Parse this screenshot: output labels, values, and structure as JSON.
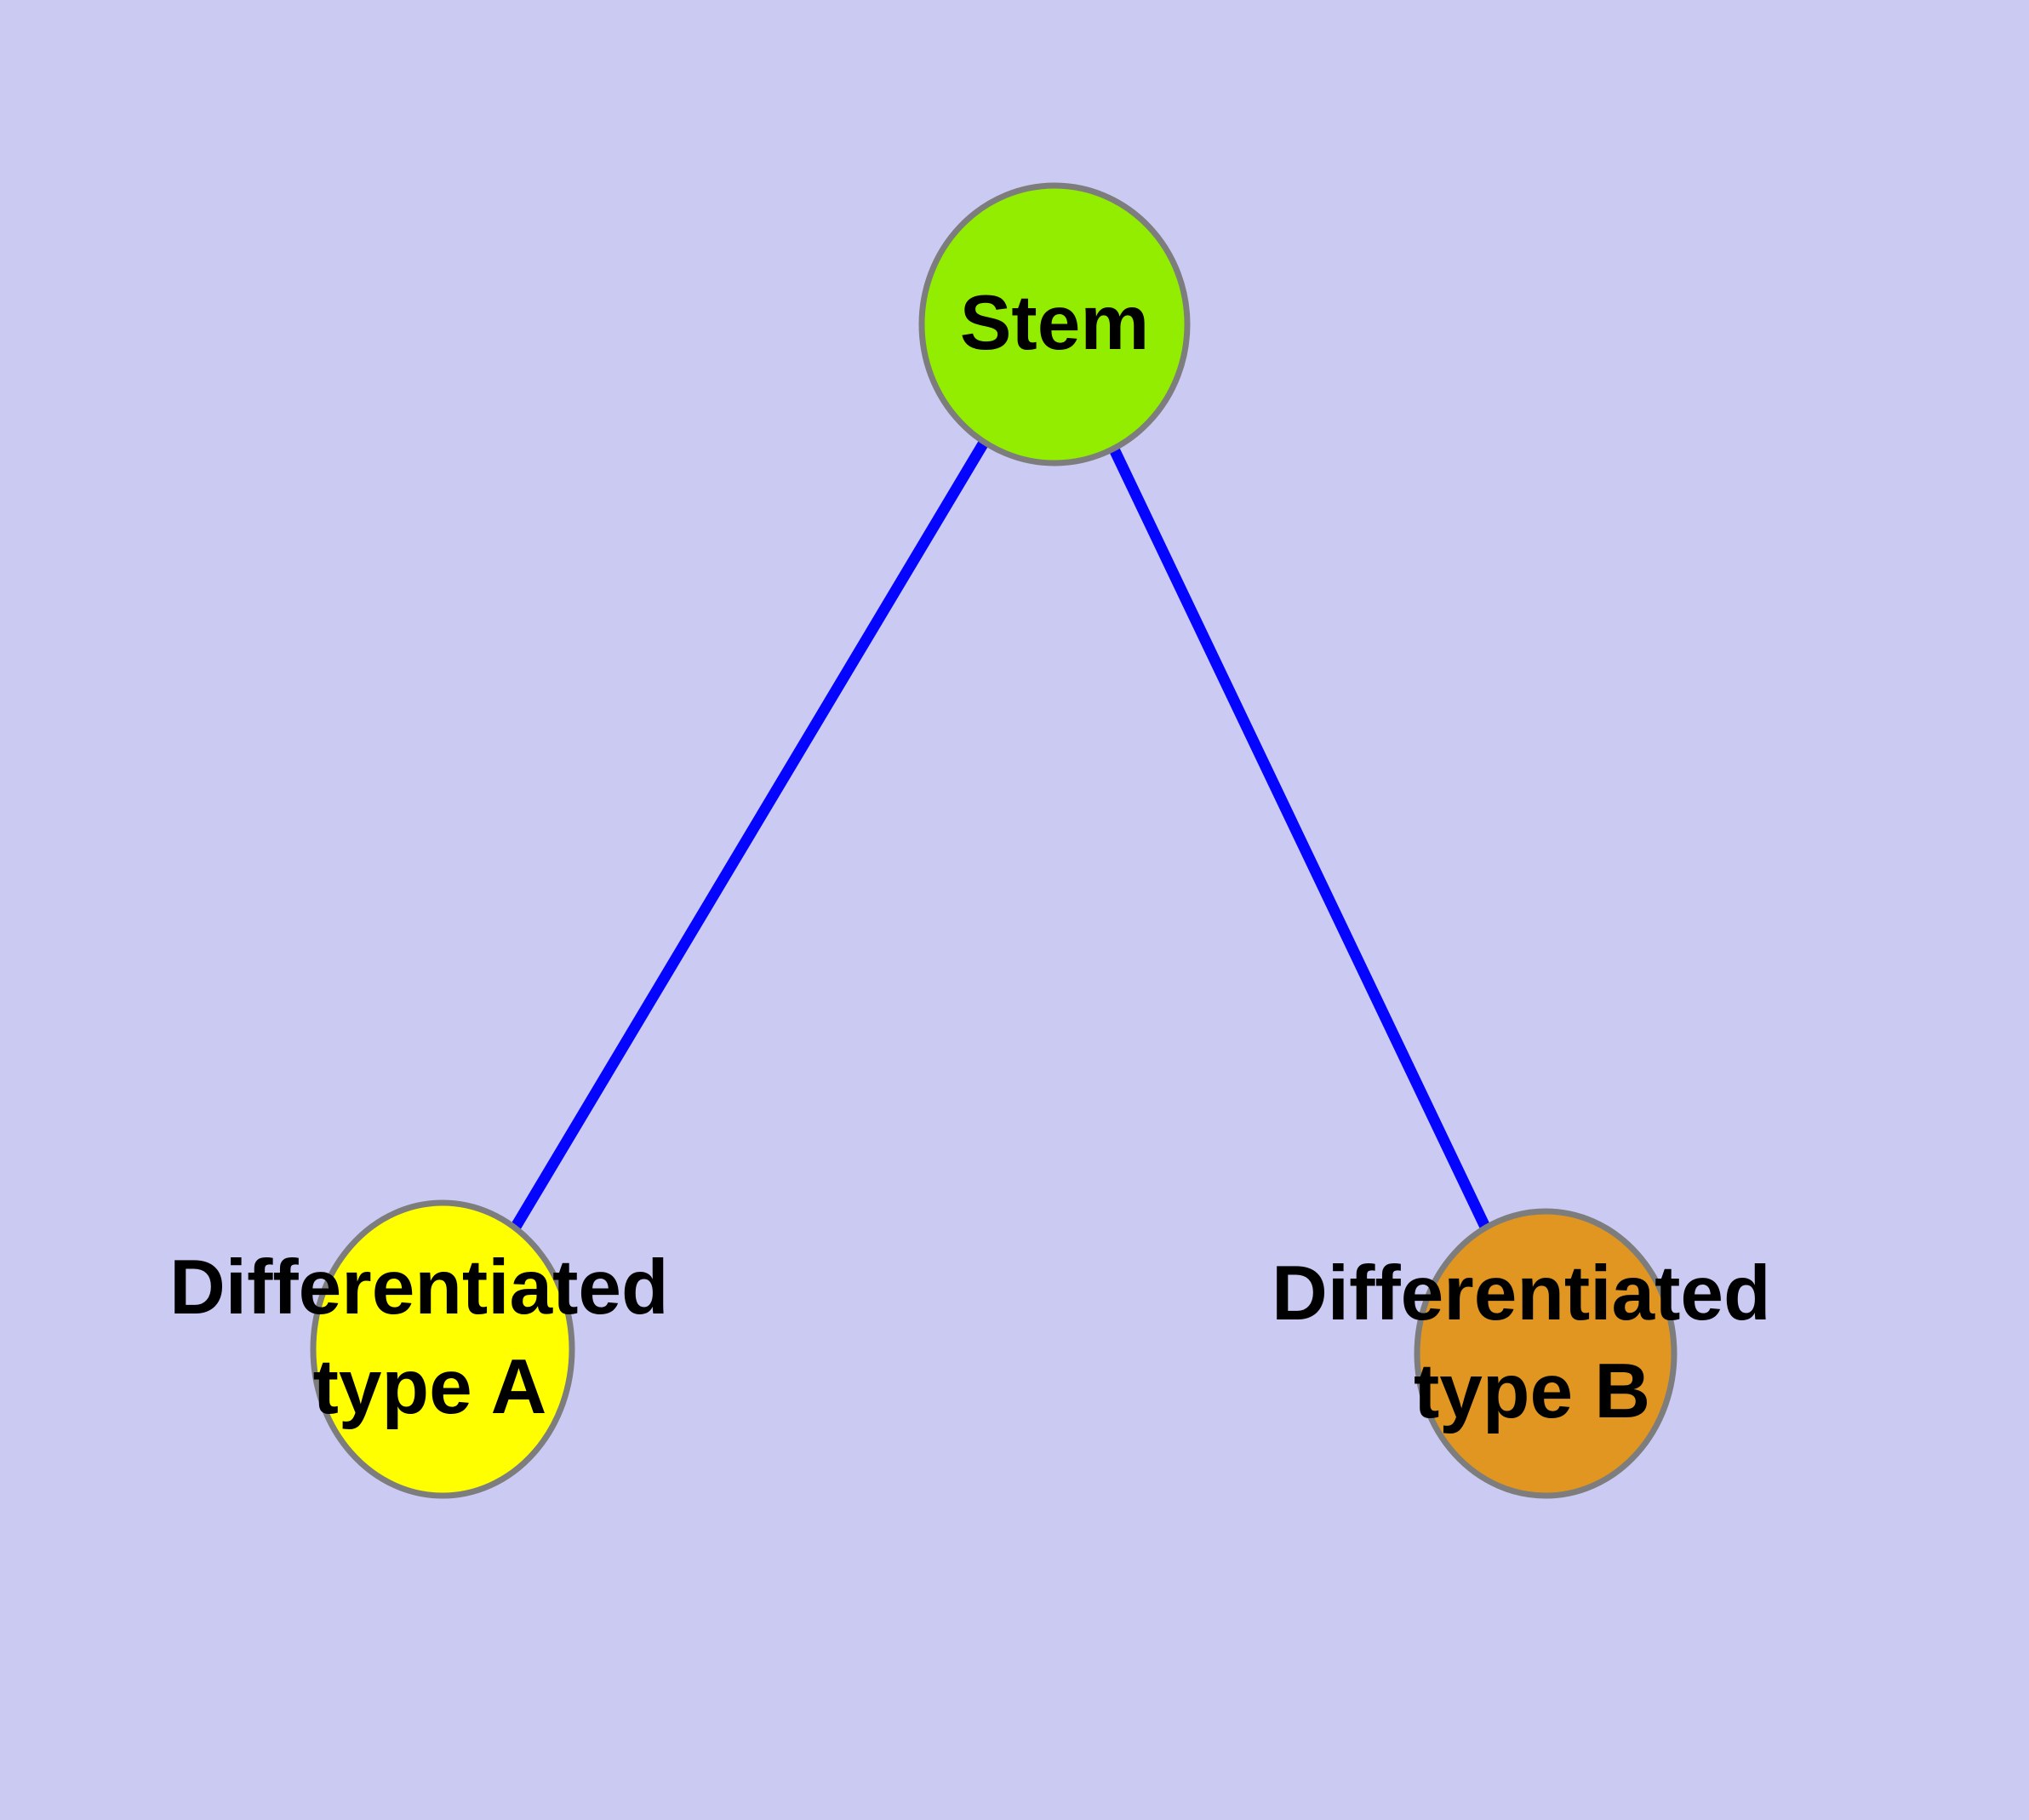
{
  "diagram": {
    "type": "graph",
    "background_color": "#cacaf3",
    "edge_color": "#0404ff",
    "node_border_color": "#7d7d7d",
    "label_color": "#000000",
    "nodes": [
      {
        "id": "stem",
        "label": "Stem",
        "color": "#92ed00"
      },
      {
        "id": "differentiated-type-a",
        "label": "Differentiated type A",
        "label_line1": "Differentiated",
        "label_line2": "type A",
        "color": "#ffff00"
      },
      {
        "id": "differentiated-type-b",
        "label": "Differentiated type B",
        "label_line1": "Differentiated",
        "label_line2": "type B",
        "color": "#e09620"
      }
    ],
    "edges": [
      {
        "from": "stem",
        "to": "differentiated-type-a"
      },
      {
        "from": "stem",
        "to": "differentiated-type-b"
      }
    ]
  }
}
